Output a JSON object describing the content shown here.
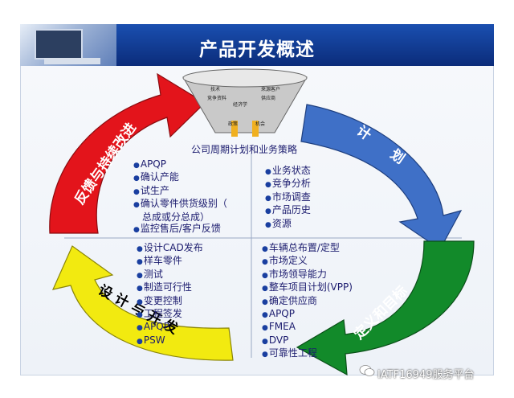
{
  "title": "产品开发概述",
  "center_label": "公司周期计划和业务策略",
  "funnel_words": [
    "技术",
    "竞争资料",
    "经济学",
    "来源客户",
    "供应商",
    "政策",
    "机会"
  ],
  "arrows": {
    "red": "反馈与持续改进",
    "blue": "计 划",
    "green": "定义和目标",
    "yellow": "设计与开发"
  },
  "quadrants": {
    "top_left": [
      "APQP",
      "确认产能",
      "试生产",
      "确认零件供货级别（",
      "总成或分总成）",
      "监控售后/客户反馈"
    ],
    "top_right": [
      "业务状态",
      "竞争分析",
      "市场调查",
      "产品历史",
      "资源"
    ],
    "bottom_left": [
      "设计CAD发布",
      "样车零件",
      "测试",
      "制造可行性",
      "变更控制",
      "工程签发",
      "APQP",
      "PSW"
    ],
    "bottom_right": [
      "车辆总布置/定型",
      "市场定义",
      "市场领导能力",
      "整车项目计划(VPP)",
      "确定供应商",
      "APQP",
      "FMEA",
      "DVP",
      "可靠性工程"
    ]
  },
  "watermark": "IATF16949服务平台",
  "colors": {
    "header": "#0b2c7a",
    "red": "#e3141b",
    "blue": "#3f70c7",
    "green": "#128a2a",
    "yellow": "#f2ea10",
    "text": "#1b1b6e"
  }
}
